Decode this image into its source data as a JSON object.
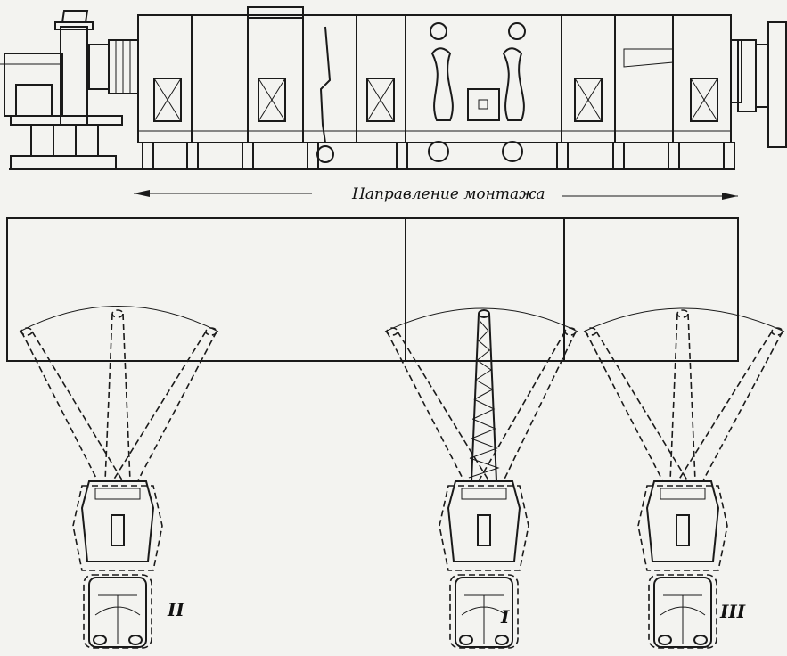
{
  "direction_label": "Направление монтажа",
  "cranes": [
    {
      "position_label": "II"
    },
    {
      "position_label": "I"
    },
    {
      "position_label": "III"
    }
  ]
}
